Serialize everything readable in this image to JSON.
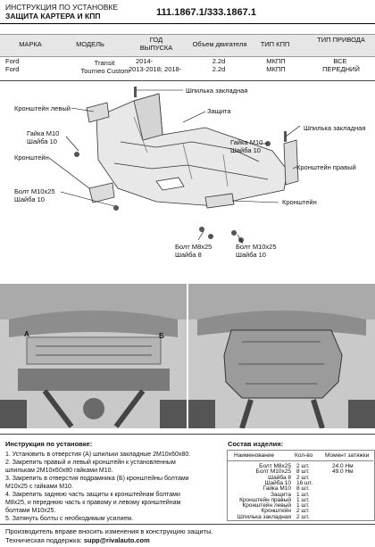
{
  "header": {
    "line1": "ИНСТРУКЦИЯ ПО УСТАНОВКЕ",
    "line2": "ЗАЩИТА КАРТЕРА И КПП",
    "part_number": "111.1867.1/333.1867.1"
  },
  "spec_table": {
    "headers": [
      "МАРКА",
      "МОДЕЛЬ",
      "ГОД ВЫПУСКА",
      "Объем двигателя",
      "ТИП КПП",
      "ТИП ПРИВОДА"
    ],
    "rows": [
      [
        "Ford",
        "Transit",
        "2014-",
        "2.2d",
        "МКПП",
        "ВСЕ"
      ],
      [
        "Ford",
        "Tourneo Custom",
        "2013-2018; 2018-",
        "2.2d",
        "МКПП",
        "ПЕРЕДНИЙ"
      ]
    ]
  },
  "diagram_labels": {
    "stud": "Шпилька закладная",
    "bracket_left": "Кронштейн левый",
    "guard": "Защита",
    "nut_m10_left": "Гайка M10",
    "washer_10_left": "Шайба 10",
    "stud_right": "Шпилька закладная",
    "nut_m10_right": "Гайка M10",
    "washer_10_right": "Шайба 10",
    "bracket_mid": "Кронштейн",
    "bracket_right": "Кронштейн правый",
    "bolt_m10x25_left": "Болт M10x25",
    "washer_10_bolt": "Шайба 10",
    "bracket_bottom": "Кронштейн",
    "bolt_m8x25": "Болт M8x25",
    "washer_8": "Шайба 8",
    "bolt_m10x25_right": "Болт M10x25",
    "washer_10_bottom": "Шайба 10"
  },
  "photos": {
    "left_label_a": "A",
    "left_label_b": "Б"
  },
  "instructions": {
    "title": "Инструкция по установке:",
    "steps": [
      "1. Установить в отверстия (А) шпильки закладные 2M10x60x80.",
      "2. Закрепить правый и левый кронштейн к установленным",
      "шпилькам 2M10x60x80 гайками M10.",
      "3. Закрепить в отверстия подрамника (Б) кронштейны болтами",
      "M10x25 с гайками M10.",
      "4. Закрепить заднюю часть защиты к кронштейнам болтами",
      "M8x25, и переднюю часть к правому и левому кронштейнам",
      "болтами M10x25.",
      "5. Затянуть болты с необходимым усилием."
    ]
  },
  "composition": {
    "title": "Состав изделия:",
    "headers": [
      "Наименование",
      "Кол-во",
      "Момент затяжки"
    ],
    "rows": [
      [
        "Болт M8x25",
        "2 шт.",
        "24.0 Нм"
      ],
      [
        "Болт M10x25",
        "8 шт.",
        "49.0 Нм"
      ],
      [
        "Шайба 8",
        "2 шт.",
        ""
      ],
      [
        "Шайба 10",
        "16 шт.",
        ""
      ],
      [
        "Гайка M10",
        "8 шт.",
        ""
      ],
      [
        "Защита",
        "1 шт.",
        ""
      ],
      [
        "Кронштейн правый",
        "1 шт.",
        ""
      ],
      [
        "Кронштейн левый",
        "1 шт.",
        ""
      ],
      [
        "Кронштейн",
        "2 шт.",
        ""
      ],
      [
        "Шпилька закладная",
        "2 шт.",
        ""
      ]
    ]
  },
  "footer": {
    "line1": "Производитель вправе вносить изменения в конструкцию защиты.",
    "line2_prefix": "Техническая поддержка: ",
    "line2_email": "supp@rivalauto.com"
  }
}
